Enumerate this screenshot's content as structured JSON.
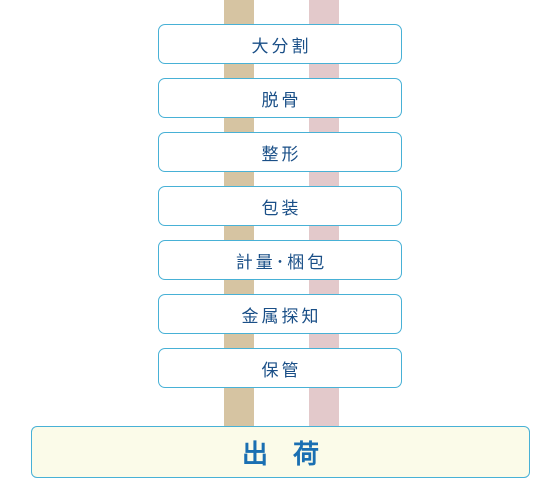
{
  "colors": {
    "stripe_left": "#d6c4a2",
    "stripe_right": "#e3c9cb",
    "box_border": "#48b1d6",
    "box_text": "#1a4f87",
    "final_bg": "#fbfbe9",
    "final_text": "#1a6fb2"
  },
  "steps": [
    {
      "label": "大分割"
    },
    {
      "label": "脱骨"
    },
    {
      "label": "整形"
    },
    {
      "label": "包装"
    },
    {
      "label": "計量･梱包"
    },
    {
      "label": "金属探知"
    },
    {
      "label": "保管"
    }
  ],
  "final": {
    "label": "出 荷"
  }
}
